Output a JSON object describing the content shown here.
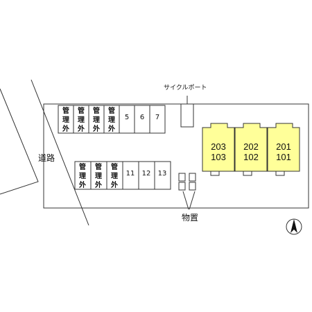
{
  "labels": {
    "road": "道路",
    "cycle_port": "サイクルポート",
    "storage": "物置"
  },
  "parking_row_top": [
    {
      "text": "管\n理\n外",
      "managed_out": true
    },
    {
      "text": "管\n理\n外",
      "managed_out": true
    },
    {
      "text": "管\n理\n外",
      "managed_out": true
    },
    {
      "text": "管\n理\n外",
      "managed_out": true
    },
    {
      "text": "5",
      "managed_out": false
    },
    {
      "text": "6",
      "managed_out": false
    },
    {
      "text": "7",
      "managed_out": false
    }
  ],
  "parking_row_bottom": [
    {
      "text": "管\n理\n外",
      "managed_out": true
    },
    {
      "text": "管\n理\n外",
      "managed_out": true
    },
    {
      "text": "管\n理\n外",
      "managed_out": true
    },
    {
      "text": "11",
      "managed_out": false
    },
    {
      "text": "12",
      "managed_out": false
    },
    {
      "text": "13",
      "managed_out": false
    }
  ],
  "units": [
    {
      "upper": "203",
      "lower": "103"
    },
    {
      "upper": "202",
      "lower": "102"
    },
    {
      "upper": "201",
      "lower": "101"
    }
  ],
  "colors": {
    "building_fill": "#ffff99",
    "line": "#333333"
  },
  "compass": "north-arrow"
}
